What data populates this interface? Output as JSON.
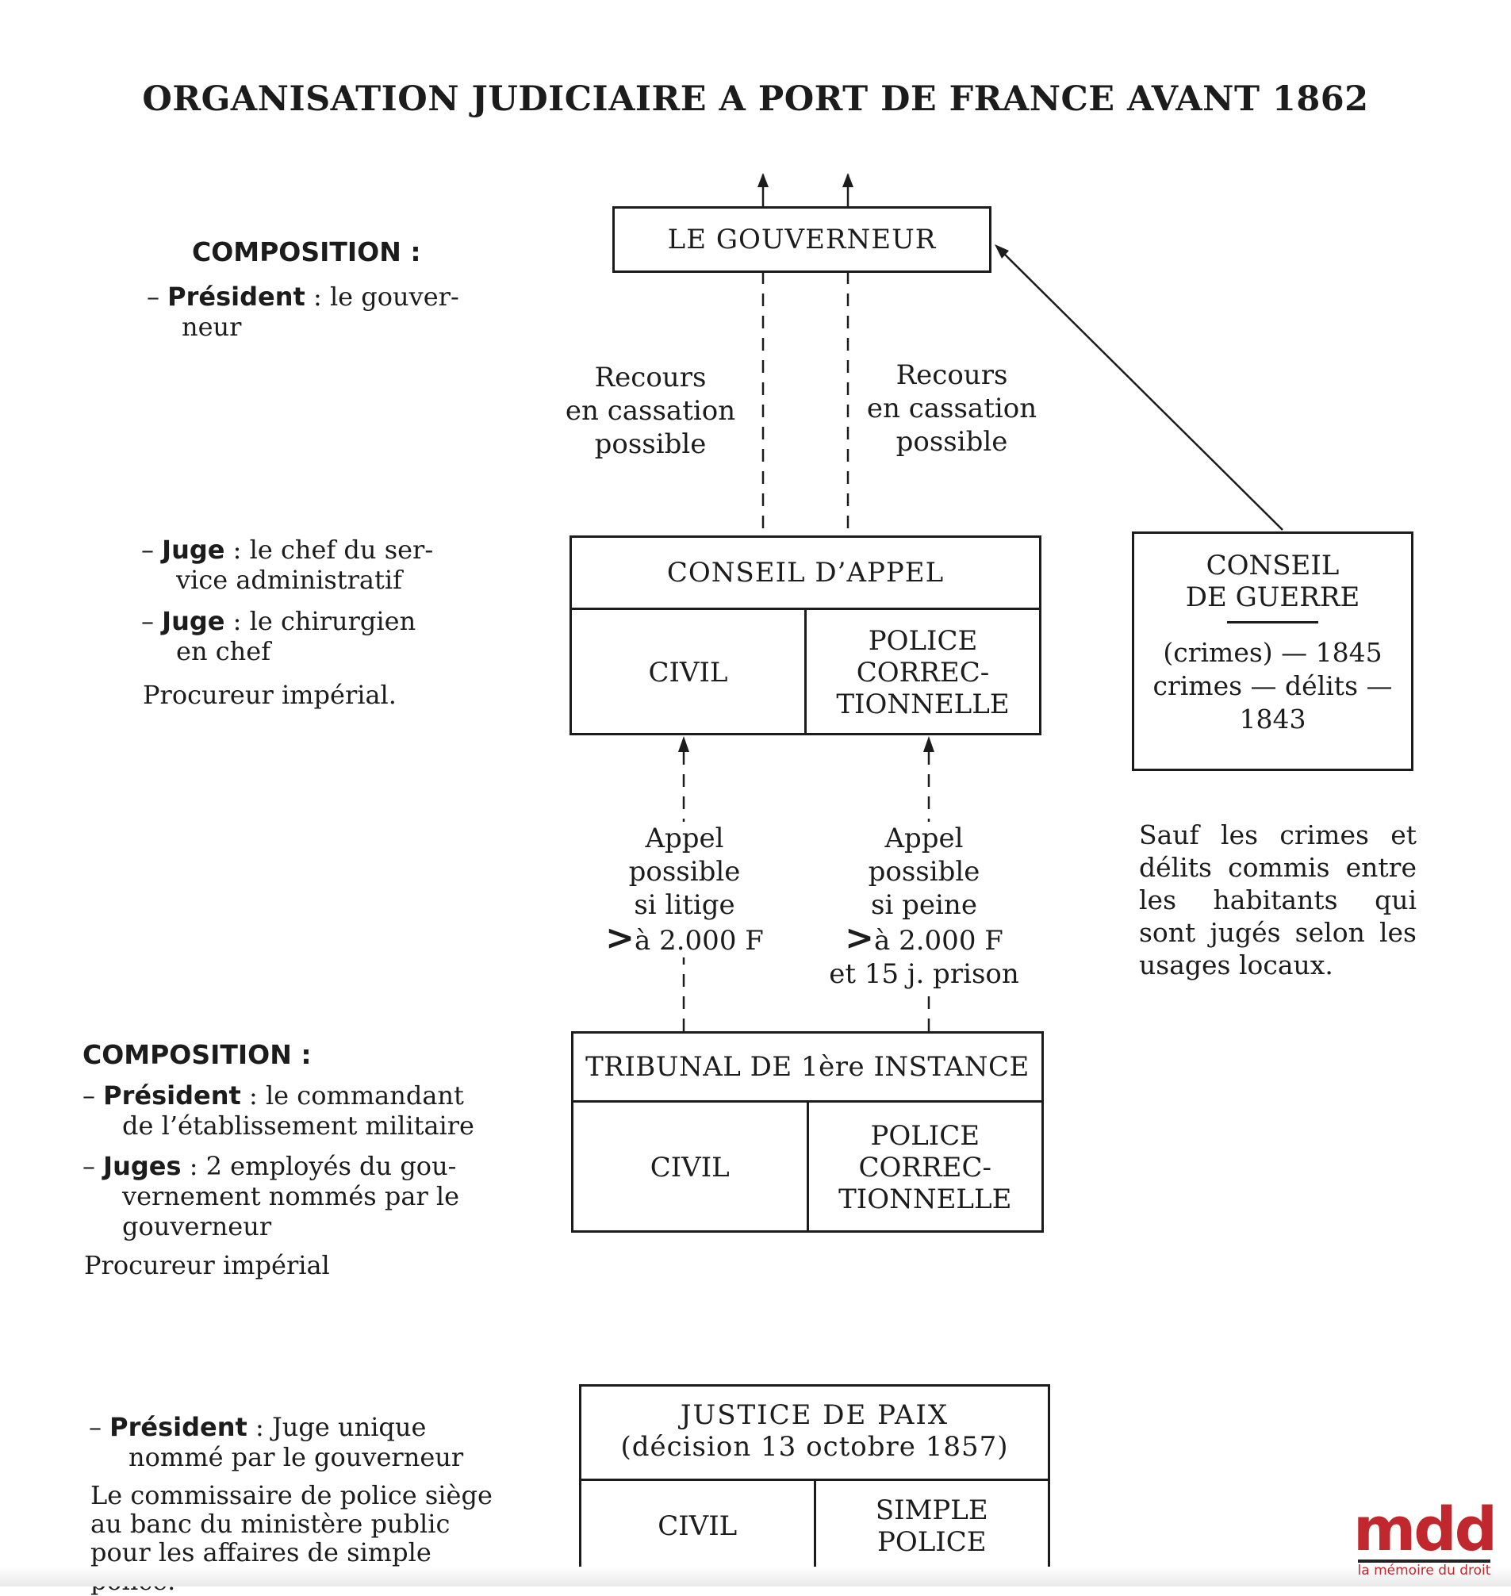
{
  "title": "ORGANISATION JUDICIAIRE A PORT DE FRANCE AVANT 1862",
  "left_panel": {
    "composition_1": {
      "heading": "COMPOSITION :",
      "president_label": "Président",
      "president_text_l1": ": le gouver-",
      "president_text_l2": "neur",
      "juge1_label": "Juge",
      "juge1_text_l1": ": le chef du ser-",
      "juge1_text_l2": "vice administratif",
      "juge2_label": "Juge",
      "juge2_text_l1": ": le chirurgien",
      "juge2_text_l2": "en chef",
      "procureur": "Procureur impérial."
    },
    "composition_2": {
      "heading": "COMPOSITION :",
      "president_label": "Président",
      "president_text_l1": ": le commandant",
      "president_text_l2": "de l’établissement militaire",
      "juges_label": "Juges",
      "juges_text_l1": ": 2 employés du gou-",
      "juges_text_l2": "vernement nommés par le",
      "juges_text_l3": "gouverneur",
      "procureur": "Procureur impérial"
    },
    "composition_3": {
      "president_label": "Président",
      "president_text_l1": ": Juge unique",
      "president_text_l2": "nommé par le gouverneur",
      "commissaire_l1": "Le commissaire de police siège",
      "commissaire_l2": "au banc du ministère public",
      "commissaire_l3": "pour les affaires de simple",
      "commissaire_l4": "police."
    }
  },
  "diagram": {
    "gouverneur": "LE GOUVERNEUR",
    "recours_left": [
      "Recours",
      "en cassation",
      "possible"
    ],
    "recours_right": [
      "Recours",
      "en cassation",
      "possible"
    ],
    "conseil_appel": {
      "title": "CONSEIL D’APPEL",
      "civil": "CIVIL",
      "police": [
        "POLICE",
        "CORREC-",
        "TIONNELLE"
      ]
    },
    "conseil_guerre": {
      "title": [
        "CONSEIL",
        "DE GUERRE"
      ],
      "body": [
        "(crimes) — 1845",
        "crimes — délits —",
        "1843"
      ]
    },
    "appel_left": [
      "Appel possible",
      "si litige",
      ">",
      "à 2.000 F"
    ],
    "appel_right": [
      "Appel possible",
      "si peine",
      ">",
      "à 2.000 F",
      "et 15 j. prison"
    ],
    "guerre_note": [
      "Sauf les crimes et",
      "délits commis entre",
      "les habitants qui",
      "sont jugés selon les",
      "usages locaux."
    ],
    "tribunal": {
      "title": "TRIBUNAL DE 1ère INSTANCE",
      "civil": "CIVIL",
      "police": [
        "POLICE",
        "CORREC-",
        "TIONNELLE"
      ]
    },
    "justice_paix": {
      "title": "JUSTICE DE PAIX",
      "subtitle": "(décision 13 octobre 1857)",
      "civil": "CIVIL",
      "simple": [
        "SIMPLE",
        "POLICE"
      ]
    }
  },
  "logo": {
    "mark": "mdd",
    "tagline": "la mémoire du droit",
    "color": "#c0282d"
  }
}
